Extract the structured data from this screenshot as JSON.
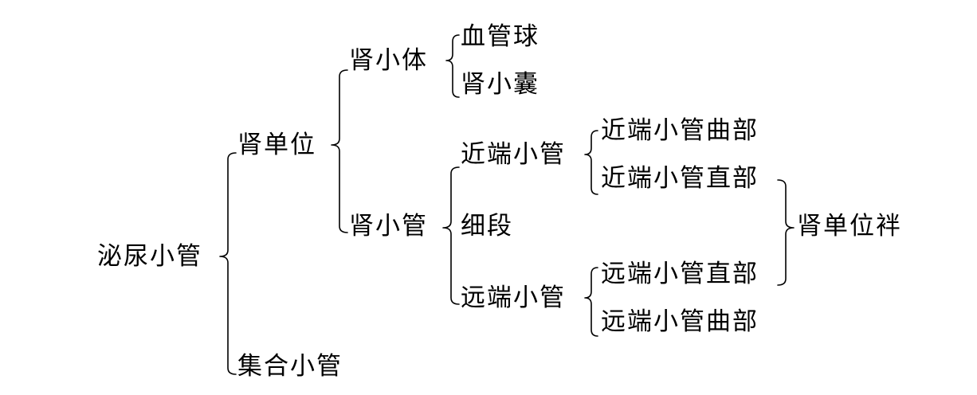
{
  "nodes": {
    "root": "泌尿小管",
    "nephron": "肾单位",
    "collecting_duct": "集合小管",
    "renal_corpuscle": "肾小体",
    "renal_tubule": "肾小管",
    "glomerulus": "血管球",
    "renal_capsule": "肾小囊",
    "proximal_tubule": "近端小管",
    "thin_segment": "细段",
    "distal_tubule": "远端小管",
    "proximal_convoluted": "近端小管曲部",
    "proximal_straight": "近端小管直部",
    "distal_straight": "远端小管直部",
    "distal_convoluted": "远端小管曲部",
    "loop_of_henle": "肾单位袢"
  }
}
